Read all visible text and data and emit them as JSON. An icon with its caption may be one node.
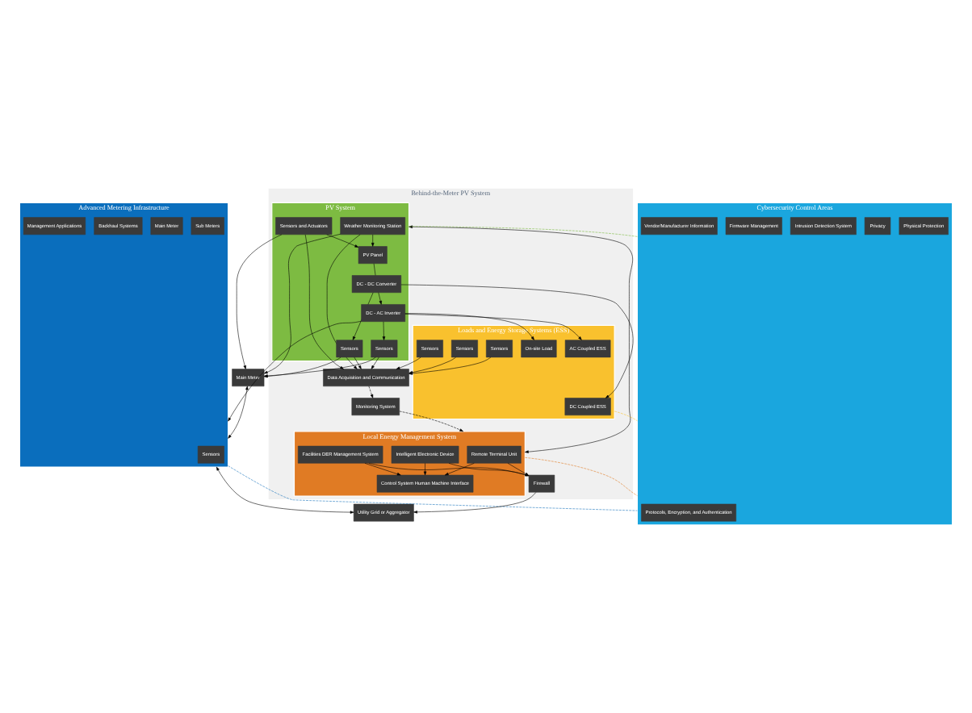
{
  "diagram": {
    "nodes": [
      {
        "text": [
          "Advanced Metering Infrastructure"
        ]
      },
      {
        "text": [
          "Sensors"
        ],
        "in": 0
      },
      {
        "text": [
          "Sub Meters"
        ],
        "in": 0
      },
      {
        "text": [
          "Main Meter"
        ],
        "in": 0
      },
      {
        "text": [
          "Backhaul Systems"
        ],
        "in": 0
      },
      {
        "text": [
          "Management Applications"
        ],
        "in": 0
      },
      {
        "text": [
          "Utility Grid or Aggregator"
        ]
      },
      {
        "text": [
          "Main Meter"
        ]
      },
      {
        "text": [
          "Behind-the-Meter PV System"
        ]
      },
      {
        "text": [
          "Data Acquisition and Communication"
        ],
        "in": 8
      },
      {
        "text": [
          "Monitoring System"
        ],
        "in": 8
      },
      {
        "text": [
          "Firewall"
        ],
        "in": 8
      },
      {
        "text": [
          "PV System"
        ],
        "in": 8
      },
      {
        "text": [
          "Weather Monitoring Station"
        ],
        "in": 12
      },
      {
        "text": [
          "Sensors and Actuators"
        ],
        "in": 12
      },
      {
        "text": [
          "Sensors"
        ],
        "in": 12
      },
      {
        "text": [
          "Sensors"
        ],
        "in": 12
      },
      {
        "text": [
          "PV Panel"
        ],
        "in": 12
      },
      {
        "text": [
          "DC - DC Converter"
        ],
        "in": 12
      },
      {
        "text": [
          "DC - AC Inverter"
        ],
        "in": 12
      },
      {
        "text": [
          "Loads and Energy Storage Systems (ESS)"
        ],
        "in": 8
      },
      {
        "text": [
          "DC Coupled ESS"
        ],
        "in": 20
      },
      {
        "text": [
          "On-site Load"
        ],
        "in": 20
      },
      {
        "text": [
          "AC Coupled ESS"
        ],
        "in": 20
      },
      {
        "text": [
          "Sensors"
        ],
        "in": 20
      },
      {
        "text": [
          "Sensors"
        ],
        "in": 20
      },
      {
        "text": [
          "Sensors"
        ],
        "in": 20
      },
      {
        "text": [
          "Local Energy Management System"
        ],
        "in": 8
      },
      {
        "text": [
          "Remote Terminal Unit"
        ],
        "in": 27
      },
      {
        "text": [
          "Intelligent Electronic Device"
        ],
        "in": 27
      },
      {
        "text": [
          "Facilities DER Management System"
        ],
        "in": 27
      },
      {
        "text": [
          "Control System Human Machine Interface"
        ],
        "in": 27
      },
      {
        "text": [
          "Cybersecurity Control Areas"
        ]
      },
      {
        "text": [
          "Protocols, Encryption, and Authentication"
        ],
        "in": 32
      },
      {
        "text": [
          "Physical Protection"
        ],
        "in": 32
      },
      {
        "text": [
          "Privacy"
        ],
        "in": 32
      },
      {
        "text": [
          "Intrusion Detection System"
        ],
        "in": 32
      },
      {
        "text": [
          "Firmware Management"
        ],
        "in": 32
      },
      {
        "text": [
          "Vendor/Manufacturer Information"
        ],
        "in": 32
      }
    ],
    "edges": [
      {
        "from": 0,
        "to": 6,
        "arrow": "both"
      },
      {
        "from": 7,
        "to": 0,
        "arrow": "both"
      },
      {
        "from": 13,
        "to": 7,
        "arrow": "to"
      },
      {
        "from": 14,
        "to": 7,
        "arrow": "to"
      },
      {
        "from": 15,
        "to": 7,
        "arrow": "to"
      },
      {
        "from": 16,
        "to": 7,
        "arrow": "to"
      },
      {
        "from": 13,
        "to": 9,
        "arrow": "to"
      },
      {
        "from": 14,
        "to": 9,
        "arrow": "to"
      },
      {
        "from": 15,
        "to": 9,
        "arrow": "to"
      },
      {
        "from": 16,
        "to": 9,
        "arrow": "to"
      },
      {
        "from": 13,
        "to": 17,
        "arrow": "to"
      },
      {
        "from": 14,
        "to": 17,
        "arrow": "to"
      },
      {
        "from": 17,
        "to": 18,
        "arrow": "none"
      },
      {
        "from": 18,
        "to": 19,
        "arrow": "to"
      },
      {
        "from": 18,
        "to": 15,
        "arrow": "to"
      },
      {
        "from": 19,
        "to": 16,
        "arrow": "to"
      },
      {
        "from": 18,
        "to": 21,
        "arrow": "to"
      },
      {
        "from": 19,
        "to": 22,
        "arrow": "to"
      },
      {
        "from": 19,
        "to": 23,
        "arrow": "to"
      },
      {
        "from": 19,
        "to": 0,
        "arrow": "to"
      },
      {
        "from": 24,
        "to": 9,
        "arrow": "to"
      },
      {
        "from": 25,
        "to": 9,
        "arrow": "to"
      },
      {
        "from": 26,
        "to": 9,
        "arrow": "to"
      },
      {
        "from": 9,
        "to": 10,
        "arrow": "to",
        "style": "dashed"
      },
      {
        "from": 10,
        "to": 27,
        "arrow": "to",
        "style": "dashed"
      },
      {
        "from": 11,
        "to": 6,
        "arrow": "to"
      },
      {
        "from": 28,
        "to": 11,
        "arrow": "to"
      },
      {
        "from": 29,
        "to": 11,
        "arrow": "to"
      },
      {
        "from": 30,
        "to": 11,
        "arrow": "to"
      },
      {
        "from": 28,
        "to": 31,
        "arrow": "to"
      },
      {
        "from": 29,
        "to": 31,
        "arrow": "to"
      },
      {
        "from": 30,
        "to": 31,
        "arrow": "to"
      },
      {
        "from": 12,
        "to": 27,
        "arrow": "both"
      },
      {
        "from": 0,
        "to": 32,
        "arrow": "none",
        "style": "dashed",
        "color": "#1a75bc"
      },
      {
        "from": 12,
        "to": 32,
        "arrow": "none",
        "style": "dashed",
        "color": "#7dbb42"
      },
      {
        "from": 20,
        "to": 32,
        "arrow": "none",
        "style": "dashed",
        "color": "#f9c12e"
      },
      {
        "from": 27,
        "to": 32,
        "arrow": "none",
        "style": "dashed",
        "color": "#e07b24"
      }
    ]
  }
}
